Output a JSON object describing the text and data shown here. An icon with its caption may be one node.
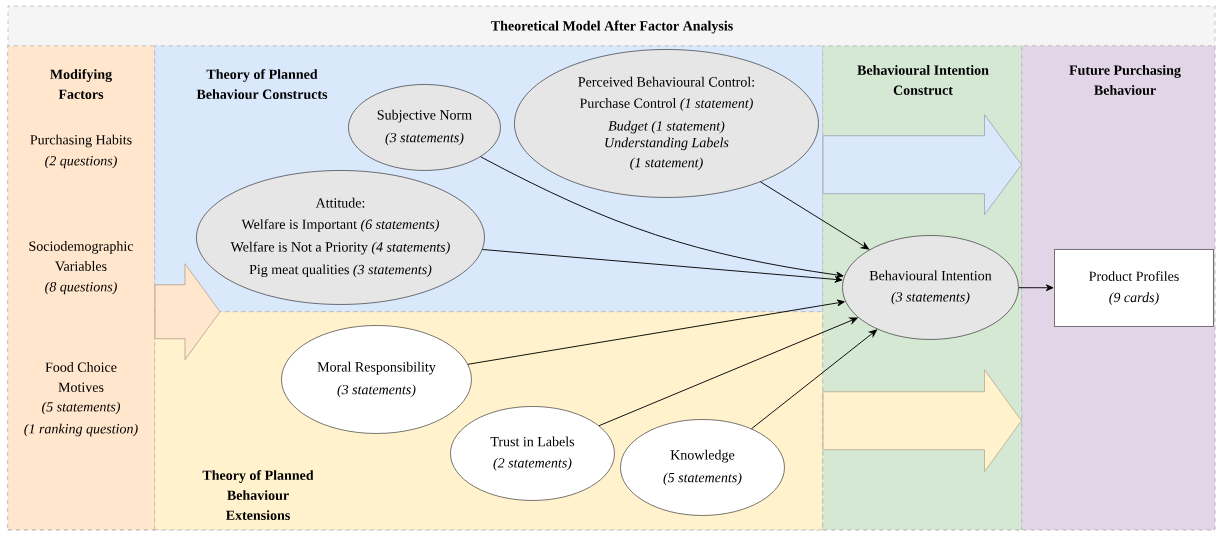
{
  "diagram": {
    "nodes": [
      {
        "text": [
          "Theoretical Model After Factor Analysis"
        ]
      },
      {
        "text": [
          "Modifying Factors",
          "Purchasing Habits",
          "(2 questions)",
          "Sociodemographic Variables",
          "(8 questions)",
          "Food Choice Motives",
          "(5 statements)",
          "(1 ranking question)"
        ],
        "in": 0
      },
      {
        "text": [
          "Theory of Planned Behaviour Constructs"
        ],
        "in": 0
      },
      {
        "text": [
          "Theory of Planned Behaviour Extensions"
        ],
        "in": 0
      },
      {
        "text": [
          "Behavioural Intention Construct"
        ],
        "in": 0
      },
      {
        "text": [
          "Future Purchasing Behaviour"
        ],
        "in": 0
      },
      {
        "text": [
          "Subjective Norm",
          "(3 statements)"
        ],
        "in": 2
      },
      {
        "text": [
          "Perceived Behavioural Control:",
          "Purchase Control *(1 statement)*",
          "Budget (1 statement)",
          "Understanding Labels (1 statement)"
        ],
        "in": 2
      },
      {
        "text": [
          "Attitude:",
          "Welfare is Important *(6 statements)*",
          "Welfare is Not a Priority *(4 statements)*",
          "Pig meat qualities *(3 statements)*"
        ],
        "in": 2
      },
      {
        "text": [
          "Moral Responsibility",
          "(3 statements)"
        ],
        "in": 3
      },
      {
        "text": [
          "Trust in Labels",
          "(2 statements)"
        ],
        "in": 3
      },
      {
        "text": [
          "Knowledge",
          "(5 statements)"
        ],
        "in": 3
      },
      {
        "text": [
          "Behavioural Intention",
          "(3 statements)"
        ],
        "in": 4
      },
      {
        "text": [
          "Product Profiles",
          "(9 cards)"
        ],
        "in": 5
      }
    ],
    "edges": [
      {
        "from": 6,
        "to": 12,
        "arrow": "to"
      },
      {
        "from": 7,
        "to": 12,
        "arrow": "to"
      },
      {
        "from": 8,
        "to": 12,
        "arrow": "to"
      },
      {
        "from": 9,
        "to": 12,
        "arrow": "to"
      },
      {
        "from": 10,
        "to": 12,
        "arrow": "to"
      },
      {
        "from": 11,
        "to": 12,
        "arrow": "to"
      },
      {
        "from": 12,
        "to": 13,
        "arrow": "to"
      },
      {
        "from": 1,
        "to": null,
        "arrow": "to",
        "style": "thick",
        "color": "#ffe6cc"
      },
      {
        "from": 2,
        "to": 5,
        "arrow": "to",
        "style": "thick",
        "color": "#dae8fc"
      },
      {
        "from": 3,
        "to": 5,
        "arrow": "to",
        "style": "thick",
        "color": "#fff2cc"
      }
    ]
  }
}
